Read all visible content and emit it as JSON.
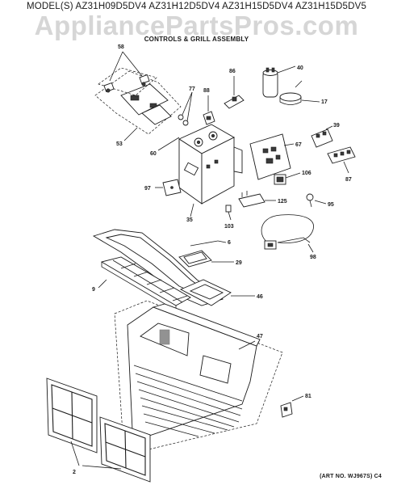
{
  "header": {
    "models": "MODEL(S) AZ31H09D5DV4  AZ31H12D5DV4  AZ31H15D5DV4  AZ31H15D5DV5",
    "watermark": "AppliancePartsPros.com",
    "subtitle": "CONTROLS & GRILL ASSEMBLY"
  },
  "callouts": {
    "c58": "58",
    "c77": "77",
    "c88": "88",
    "c86": "86",
    "c40": "40",
    "c17": "17",
    "c53": "53",
    "c60": "60",
    "c39": "39",
    "c67": "67",
    "c87": "87",
    "c106": "106",
    "c97": "97",
    "c35": "35",
    "c125": "125",
    "c95": "95",
    "c103": "103",
    "c6": "6",
    "c98": "98",
    "c29": "29",
    "c9": "9",
    "c46": "46",
    "c47": "47",
    "c81": "81",
    "c2": "2"
  },
  "footer": {
    "art_no": "(ART NO. WJ967S)  C4"
  }
}
